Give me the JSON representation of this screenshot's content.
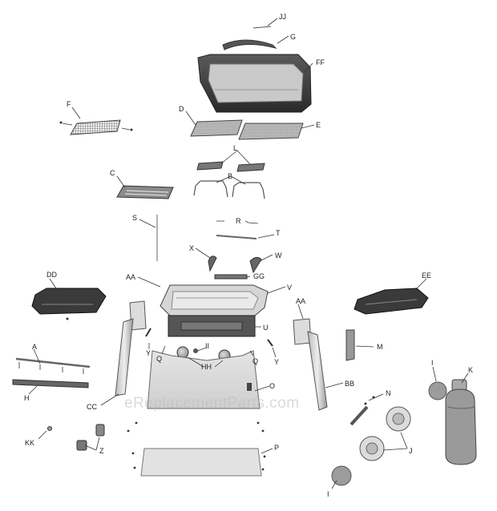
{
  "diagram": {
    "watermark": "eReplacementParts.com",
    "labels": {
      "A": "A",
      "B": "B",
      "C": "C",
      "D": "D",
      "E": "E",
      "F": "F",
      "G": "G",
      "H": "H",
      "I": "I",
      "J": "J",
      "K": "K",
      "L": "L",
      "M": "M",
      "N": "N",
      "O": "O",
      "P": "P",
      "Q": "Q",
      "R": "R",
      "S": "S",
      "T": "T",
      "U": "U",
      "V": "V",
      "W": "W",
      "X": "X",
      "Y": "Y",
      "Z": "Z",
      "AA": "AA",
      "BB": "BB",
      "CC": "CC",
      "DD": "DD",
      "EE": "EE",
      "FF": "FF",
      "GG": "GG",
      "HH": "HH",
      "II": "II",
      "JJ": "JJ",
      "KK": "KK"
    }
  }
}
